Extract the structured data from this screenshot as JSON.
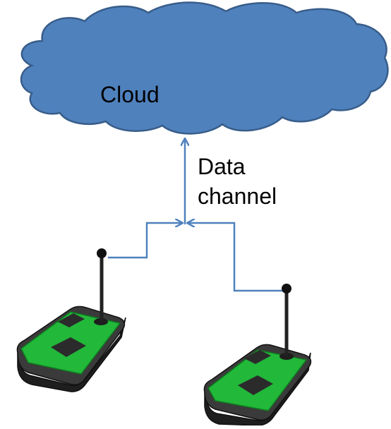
{
  "cloud": {
    "label": "Cloud"
  },
  "data_channel": {
    "line1": "Data",
    "line2": "channel"
  },
  "colors": {
    "cloud_fill": "#4F81BD",
    "cloud_stroke": "#385D8A",
    "connector": "#4F81BD",
    "device_board": "#22B83A",
    "device_board_dark": "#0F7A1F",
    "device_body": "#3A3A3A",
    "device_body_side": "#1E1E1E",
    "chip": "#2B2B2B"
  },
  "devices": [
    {
      "name": "sensor-device-left"
    },
    {
      "name": "sensor-device-right"
    }
  ]
}
